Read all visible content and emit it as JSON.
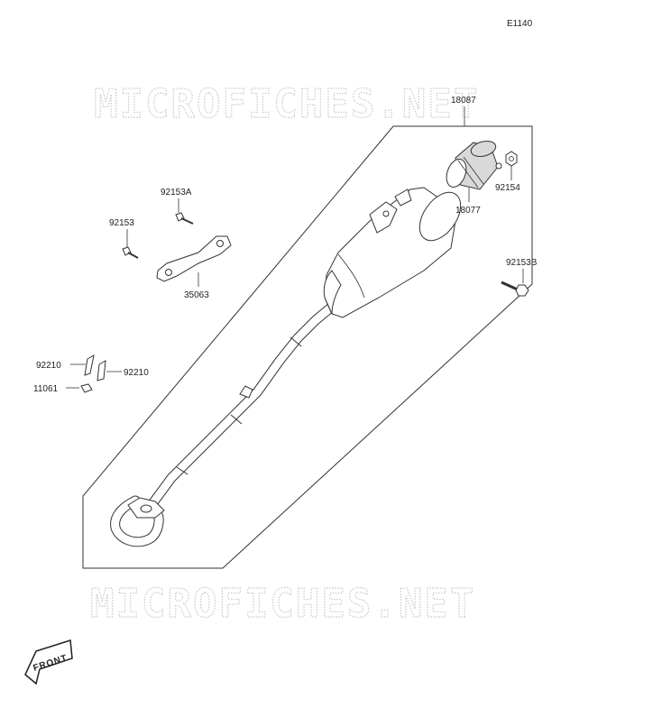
{
  "diagram_ref": "E1140",
  "watermark": "MICROFICHES.NET",
  "front_badge": "FRONT",
  "parts": {
    "p18087": "18087",
    "p18077": "18077",
    "p92154": "92154",
    "p92153A": "92153A",
    "p92153": "92153",
    "p35063": "35063",
    "p92153B": "92153B",
    "p92210a": "92210",
    "p92210b": "92210",
    "p11061": "11061"
  }
}
